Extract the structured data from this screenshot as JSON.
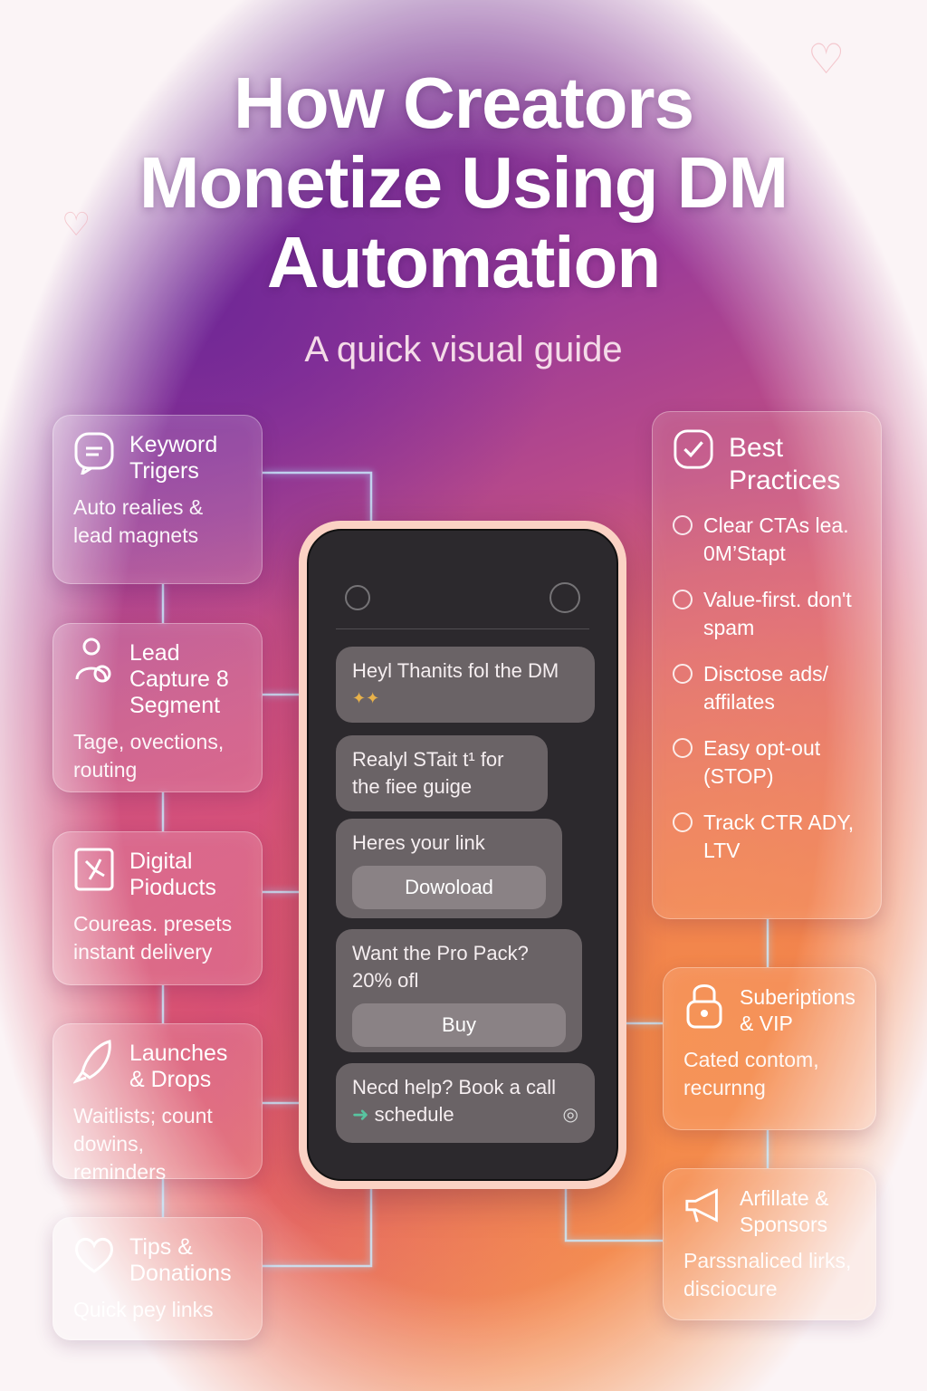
{
  "header": {
    "title": "How Creators Monetize Using DM Automation",
    "subtitle": "A quick visual guide"
  },
  "left_cards": [
    {
      "icon": "chat-icon",
      "title": "Keyword Trigers",
      "desc": "Auto realies & lead magnets"
    },
    {
      "icon": "user-segment-icon",
      "title": "Lead Capture 8 Segment",
      "desc": "Tage, ovections, routing"
    },
    {
      "icon": "digital-product-icon",
      "title": "Digital Pioducts",
      "desc": "Coureas. presets instant delivery"
    },
    {
      "icon": "rocket-icon",
      "title": "Launches & Drops",
      "desc": "Waitlists; count dowins, reminders"
    },
    {
      "icon": "heart-icon",
      "title": "Tips & Donations",
      "desc": "Quick pey links"
    }
  ],
  "best_practices": {
    "icon": "checkmark-icon",
    "title": "Best Practices",
    "items": [
      "Clear CTAs lea. 0M’Stapt",
      "Value-first. don't spam",
      "Disctose ads/ affilates",
      "Easy opt-out (STOP)",
      "Track CTR ADY, LTV"
    ]
  },
  "right_cards": [
    {
      "icon": "lock-icon",
      "title": "Suberiptions & VIP",
      "desc": "Cated contom, recurnng"
    },
    {
      "icon": "megaphone-icon",
      "title": "Arfillate & Sponsors",
      "desc": "Parssnaliced lirks, disciocure"
    }
  ],
  "phone": {
    "messages": [
      {
        "text": "Heyl Thanits fol the DM"
      },
      {
        "text": "Realyl STait t¹ for the fiee guige"
      },
      {
        "text": "Heres your link",
        "button": "Dowoload"
      },
      {
        "text": "Want the Pro Pack? 20% ofl",
        "button": "Buy"
      },
      {
        "text": "Necd help? Book a call",
        "subtext": "schedule"
      }
    ]
  },
  "colors": {
    "purple": "#5a2a8e",
    "magenta": "#d65a7c",
    "orange": "#f07a55",
    "card_glass": "rgba(255,255,255,0.14)",
    "wire_glow": "#bfe8ff",
    "phone_bezel": "#fbd2c4"
  }
}
